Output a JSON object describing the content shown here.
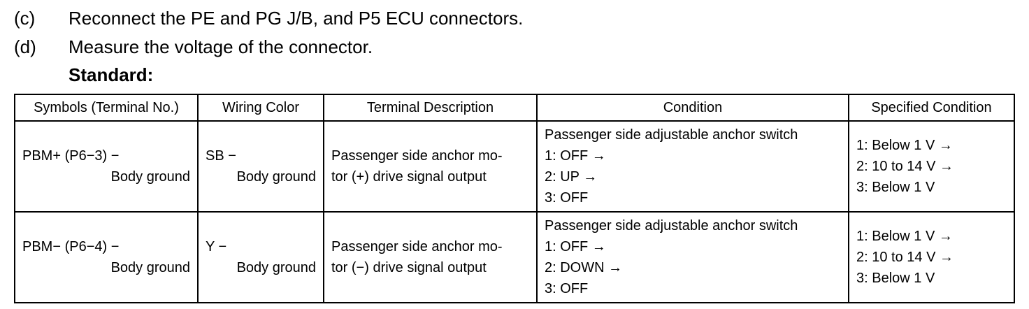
{
  "steps": [
    {
      "letter": "(c)",
      "text": "Reconnect the PE and PG J/B, and P5 ECU connectors."
    },
    {
      "letter": "(d)",
      "text": "Measure the voltage of the connector."
    }
  ],
  "standard_heading": "Standard:",
  "table": {
    "headers": [
      "Symbols (Terminal No.)",
      "Wiring Color",
      "Terminal Description",
      "Condition",
      "Specified Condition"
    ],
    "rows": [
      {
        "symbol": [
          "PBM+ (P6−3) −",
          "Body ground"
        ],
        "wiring": [
          "SB −",
          "Body ground"
        ],
        "description": [
          "Passenger side anchor mo-",
          "tor (+) drive signal output"
        ],
        "condition": [
          "Passenger side adjustable anchor switch",
          "1: OFF →",
          "2: UP →",
          "3: OFF"
        ],
        "specified": [
          "1: Below 1 V →",
          "2: 10 to 14 V →",
          "3: Below 1 V"
        ]
      },
      {
        "symbol": [
          "PBM− (P6−4) −",
          "Body ground"
        ],
        "wiring": [
          "Y −",
          "Body ground"
        ],
        "description": [
          "Passenger side anchor mo-",
          "tor (−) drive signal output"
        ],
        "condition": [
          "Passenger side adjustable anchor switch",
          "1: OFF →",
          "2: DOWN →",
          "3: OFF"
        ],
        "specified": [
          "1: Below 1 V →",
          "2: 10 to 14 V →",
          "3: Below 1 V"
        ]
      }
    ]
  }
}
